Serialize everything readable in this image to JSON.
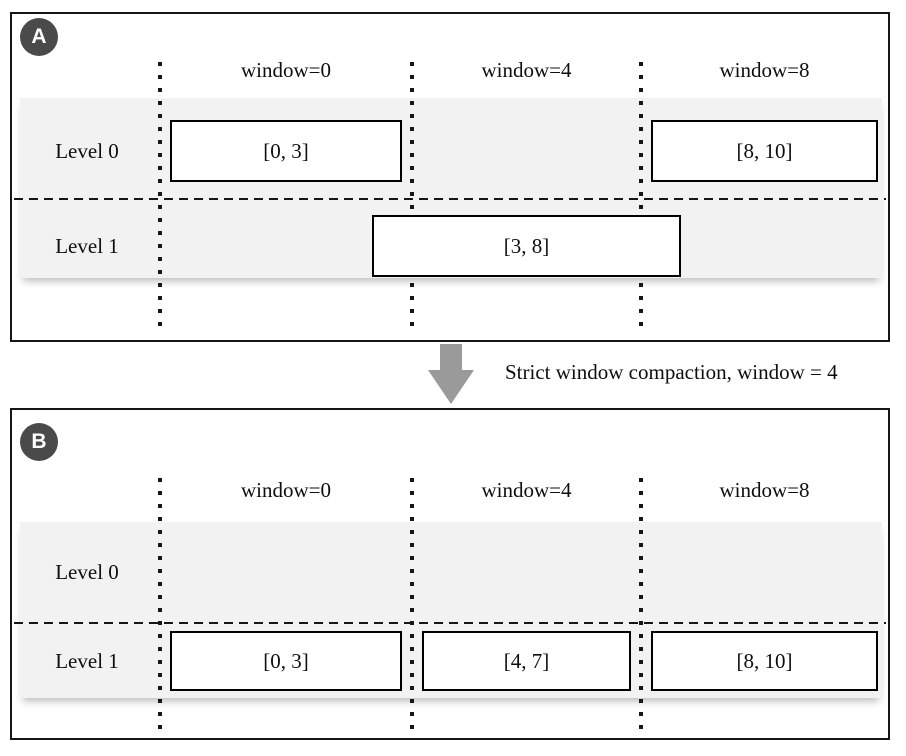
{
  "colors": {
    "badge_bg": "#4a4a4a",
    "badge_text": "#ffffff",
    "band_bg": "#f2f2f2",
    "arrow_gray": "#9a9a9a",
    "line_black": "#161616"
  },
  "arrow_label": "Strict window compaction, window = 4",
  "panels": [
    {
      "badge": "A",
      "column_headers": [
        "window=0",
        "window=4",
        "window=8"
      ],
      "rows": [
        {
          "label": "Level 0",
          "boxes": [
            {
              "text": "[0, 3]",
              "col": 0,
              "wide": false
            },
            {
              "text": "[8, 10]",
              "col": 2,
              "wide": false
            }
          ]
        },
        {
          "label": "Level 1",
          "boxes": [
            {
              "text": "[3, 8]",
              "col": 1,
              "wide": true
            }
          ]
        }
      ]
    },
    {
      "badge": "B",
      "column_headers": [
        "window=0",
        "window=4",
        "window=8"
      ],
      "rows": [
        {
          "label": "Level 0",
          "boxes": []
        },
        {
          "label": "Level 1",
          "boxes": [
            {
              "text": "[0, 3]",
              "col": 0,
              "wide": false
            },
            {
              "text": "[4, 7]",
              "col": 1,
              "wide": false
            },
            {
              "text": "[8, 10]",
              "col": 2,
              "wide": false
            }
          ]
        }
      ]
    }
  ]
}
